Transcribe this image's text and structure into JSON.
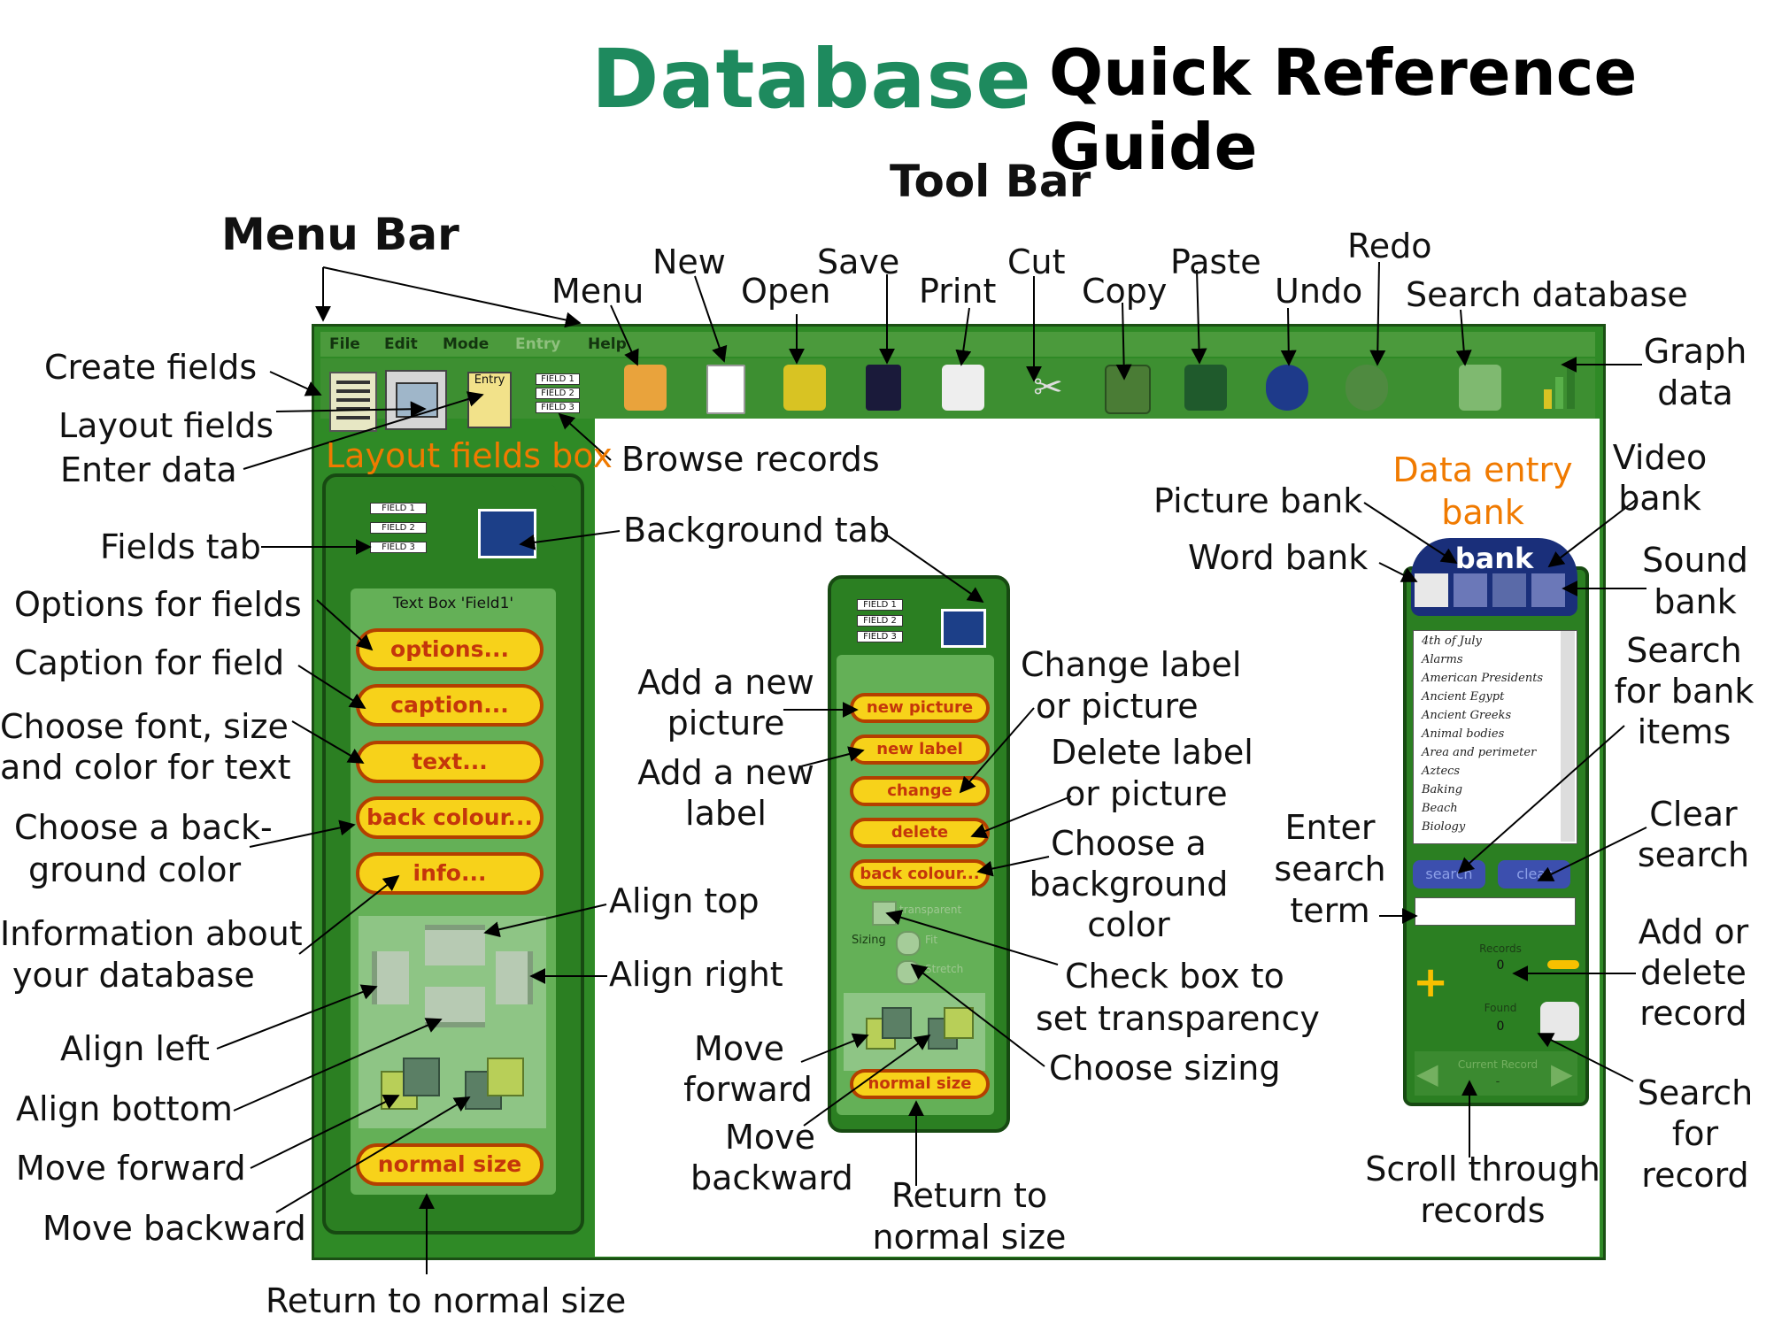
{
  "title": {
    "logo": "Database",
    "main": "Quick Reference Guide"
  },
  "headings": {
    "tool_bar": "Tool Bar",
    "menu_bar": "Menu Bar"
  },
  "app": {
    "menus": [
      "File",
      "Edit",
      "Mode",
      "Entry",
      "Help"
    ],
    "layout_tab_labels": [
      "FIELD 1",
      "FIELD 2",
      "FIELD 3"
    ],
    "entry_tab_label": "Entry",
    "text_box_label": "Text Box 'Field1'",
    "left_buttons": [
      "options...",
      "caption...",
      "text...",
      "back colour...",
      "info..."
    ],
    "left_normal": "normal size",
    "mid_buttons": [
      "new picture",
      "new label",
      "change",
      "delete",
      "back colour..."
    ],
    "mid_normal": "normal size",
    "transparent_label": "transparent",
    "sizing_label": "Sizing",
    "sizing_options": [
      "Fit",
      "Stretch"
    ],
    "bank_title": "bank",
    "bank_items": [
      "4th of July",
      "Alarms",
      "American Presidents",
      "Ancient Egypt",
      "Ancient Greeks",
      "Animal bodies",
      "Area and perimeter",
      "Aztecs",
      "Baking",
      "Beach",
      "Biology"
    ],
    "search_btn": "search",
    "clear_btn": "clear",
    "records_label": "Records",
    "records_value": "0",
    "found_label": "Found",
    "found_value": "0",
    "current_record_label": "Current Record",
    "current_record_value": "-"
  },
  "labels": {
    "menu": "Menu",
    "new": "New",
    "open": "Open",
    "save": "Save",
    "print": "Print",
    "cut": "Cut",
    "copy": "Copy",
    "paste": "Paste",
    "undo": "Undo",
    "redo": "Redo",
    "search_database": "Search database",
    "graph_data": [
      "Graph",
      "data"
    ],
    "create_fields": "Create fields",
    "layout_fields": "Layout fields",
    "enter_data": "Enter data",
    "layout_fields_box": "Layout fields box",
    "browse_records": "Browse records",
    "fields_tab": "Fields tab",
    "background_tab": "Background tab",
    "options_for_fields": "Options for fields",
    "caption_for_field": "Caption for field",
    "choose_font": [
      "Choose font, size",
      "and color for text"
    ],
    "choose_back": [
      "Choose a back-",
      "ground color"
    ],
    "info_db": [
      "Information about",
      "your database"
    ],
    "align_top": "Align top",
    "align_right": "Align right",
    "align_left": "Align left",
    "align_bottom": "Align bottom",
    "move_forward_left": "Move forward",
    "move_backward_left": "Move backward",
    "return_normal_left": "Return to normal size",
    "add_new_picture": [
      "Add a new",
      "picture"
    ],
    "add_new_label": [
      "Add a new",
      "label"
    ],
    "change_label": [
      "Change label",
      "or picture"
    ],
    "delete_label": [
      "Delete label",
      "or picture"
    ],
    "choose_background": [
      "Choose a",
      "background",
      "color"
    ],
    "check_box": [
      "Check box to",
      "set transparency"
    ],
    "choose_sizing": "Choose sizing",
    "move_forward_mid": [
      "Move",
      "forward"
    ],
    "move_backward_mid": [
      "Move",
      "backward"
    ],
    "return_normal_mid": [
      "Return to",
      "normal size"
    ],
    "picture_bank": "Picture bank",
    "word_bank": "Word bank",
    "data_entry_bank": [
      "Data entry",
      "bank"
    ],
    "video_bank": [
      "Video",
      "bank"
    ],
    "sound_bank": [
      "Sound",
      "bank"
    ],
    "search_bank_items": [
      "Search",
      "for bank",
      "items"
    ],
    "clear_search": [
      "Clear",
      "search"
    ],
    "enter_search_term": [
      "Enter",
      "search",
      "term"
    ],
    "add_delete_record": [
      "Add or",
      "delete",
      "record"
    ],
    "search_for_record": [
      "Search",
      "for",
      "record"
    ],
    "scroll_records": [
      "Scroll through",
      "records"
    ]
  },
  "colors": {
    "brand_green": "#1e8a5e",
    "app_green": "#2f8a26",
    "accent_orange": "#f07a00",
    "button_yellow": "#f7d21a"
  }
}
